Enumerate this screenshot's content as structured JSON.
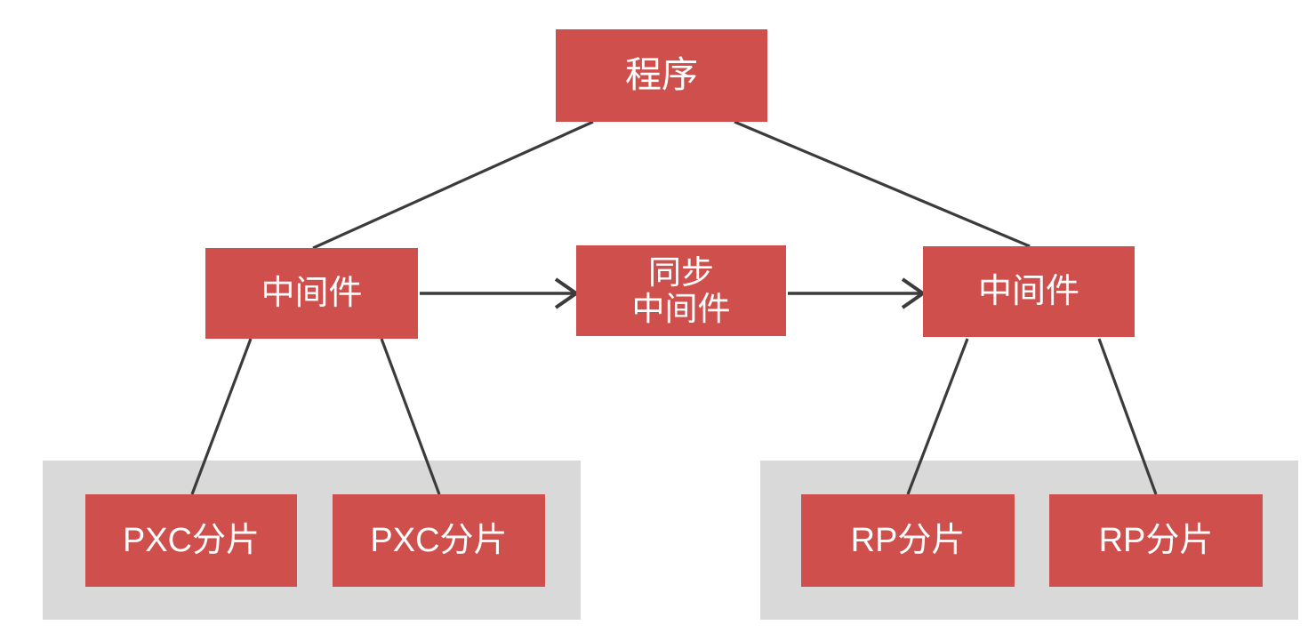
{
  "diagram": {
    "type": "architecture-tree",
    "background_color": "#ffffff",
    "node_fill_color": "#ce4f4c",
    "node_text_color": "#ffffff",
    "group_fill_color": "#d9d9d9",
    "edge_color": "#3b3b3b",
    "nodes": {
      "app": {
        "label": "程序"
      },
      "middleware_left": {
        "label": "中间件"
      },
      "sync_middleware": {
        "label": "同步\n中间件"
      },
      "middleware_right": {
        "label": "中间件"
      },
      "pxc_shard_1": {
        "label": "PXC分片"
      },
      "pxc_shard_2": {
        "label": "PXC分片"
      },
      "rp_shard_1": {
        "label": "RP分片"
      },
      "rp_shard_2": {
        "label": "RP分片"
      }
    },
    "groups": {
      "pxc_cluster": {
        "label": ""
      },
      "rp_cluster": {
        "label": ""
      }
    },
    "edges": [
      {
        "from": "app",
        "to": "middleware_left",
        "style": "line"
      },
      {
        "from": "app",
        "to": "middleware_right",
        "style": "line"
      },
      {
        "from": "middleware_left",
        "to": "sync_middleware",
        "style": "arrow"
      },
      {
        "from": "sync_middleware",
        "to": "middleware_right",
        "style": "arrow"
      },
      {
        "from": "middleware_left",
        "to": "pxc_shard_1",
        "style": "line"
      },
      {
        "from": "middleware_left",
        "to": "pxc_shard_2",
        "style": "line"
      },
      {
        "from": "middleware_right",
        "to": "rp_shard_1",
        "style": "line"
      },
      {
        "from": "middleware_right",
        "to": "rp_shard_2",
        "style": "line"
      }
    ]
  }
}
